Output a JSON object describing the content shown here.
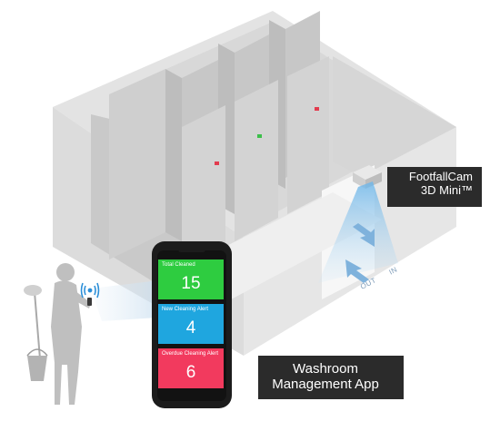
{
  "app": {
    "cards": [
      {
        "label": "Total Cleaned",
        "value": "15",
        "color": "#2ecc40"
      },
      {
        "label": "New Cleaning Alert",
        "value": "4",
        "color": "#1fa6df"
      },
      {
        "label": "Overdue Cleaning Alert",
        "value": "6",
        "color": "#f23a5e"
      }
    ]
  },
  "callouts": {
    "footfallcam_line1": "FootfallCam",
    "footfallcam_line2": "3D Mini™",
    "washroom_line1": "Washroom",
    "washroom_line2": "Management App"
  },
  "floor_labels": {
    "out": "OUT",
    "in": "IN"
  },
  "icons": [
    "wifi-signal-icon",
    "person-icon",
    "mop-icon",
    "bucket-icon",
    "footfallcam-sensor-icon",
    "arrow-out-icon",
    "arrow-in-icon"
  ]
}
